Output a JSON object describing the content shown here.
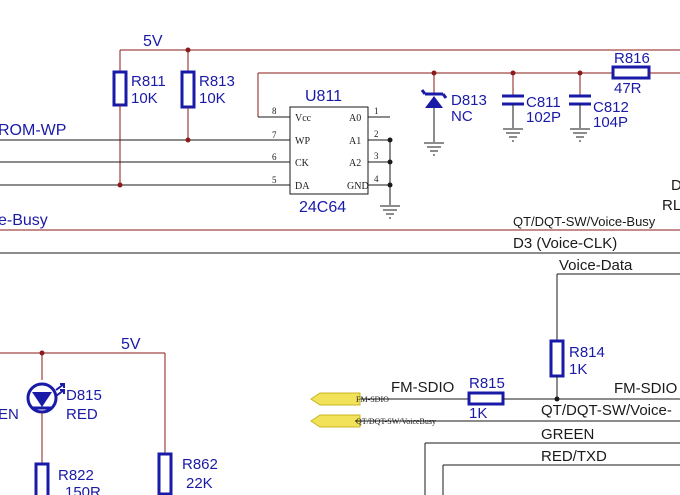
{
  "labels": {
    "vcc_top": "5V",
    "vcc_bottom": "5V",
    "rom_wp": "ROM-WP",
    "voice_busy_left": "e-Busy",
    "net_qt_top": "QT/DQT-SW/Voice-Busy",
    "net_d3": "D3  (Voice-CLK)",
    "voice_data": "Voice-Data",
    "fm_sdio_left": "FM-SDIO",
    "fm_sdio_right": "FM-SDIO",
    "net_qt_bottom": "QT/DQT-SW/Voice-",
    "green": "GREEN",
    "red_txd": "RED/TXD",
    "right_d": "D",
    "right_rl": "RL",
    "left_en": "EN",
    "flag1": "FM-SDIO",
    "flag2": "QT/DQT-SW/VoiceBusy"
  },
  "components": {
    "r811": {
      "ref": "R811",
      "value": "10K"
    },
    "r813": {
      "ref": "R813",
      "value": "10K"
    },
    "r816": {
      "ref": "R816",
      "value": "47R"
    },
    "d813": {
      "ref": "D813",
      "value": "NC"
    },
    "c811": {
      "ref": "C811",
      "value": "102P"
    },
    "c812": {
      "ref": "C812",
      "value": "104P"
    },
    "r814": {
      "ref": "R814",
      "value": "1K"
    },
    "r815": {
      "ref": "R815",
      "value": "1K"
    },
    "d815": {
      "ref": "D815",
      "value": "RED"
    },
    "r822": {
      "ref": "R822",
      "value": "150R"
    },
    "r862": {
      "ref": "R862",
      "value": "22K"
    }
  },
  "ic": {
    "ref": "U811",
    "part": "24C64",
    "left_pins": [
      {
        "num": "8",
        "name": "Vcc"
      },
      {
        "num": "7",
        "name": "WP"
      },
      {
        "num": "6",
        "name": "CK"
      },
      {
        "num": "5",
        "name": "DA"
      }
    ],
    "right_pins": [
      {
        "num": "1",
        "name": "A0"
      },
      {
        "num": "2",
        "name": "A1"
      },
      {
        "num": "3",
        "name": "A2"
      },
      {
        "num": "4",
        "name": "GND"
      }
    ]
  }
}
